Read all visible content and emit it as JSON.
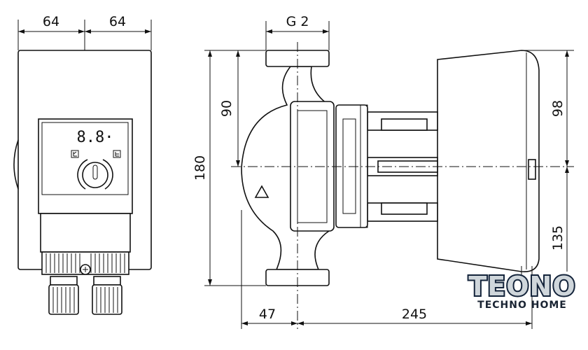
{
  "dimensions": {
    "left_width_a": "64",
    "left_width_b": "64",
    "connection": "G 2",
    "total_height": "180",
    "upper_half": "90",
    "motor_upper": "98",
    "motor_lower": "135",
    "inlet_offset": "47",
    "motor_length": "245"
  },
  "display": {
    "readout": "8.8·"
  },
  "logo": {
    "brand": "TEONO",
    "tagline": "TECHNO HOME",
    "colors": {
      "navy": "#13233a",
      "silver": "#cfd6db",
      "blue": "#3a9fd8"
    }
  }
}
